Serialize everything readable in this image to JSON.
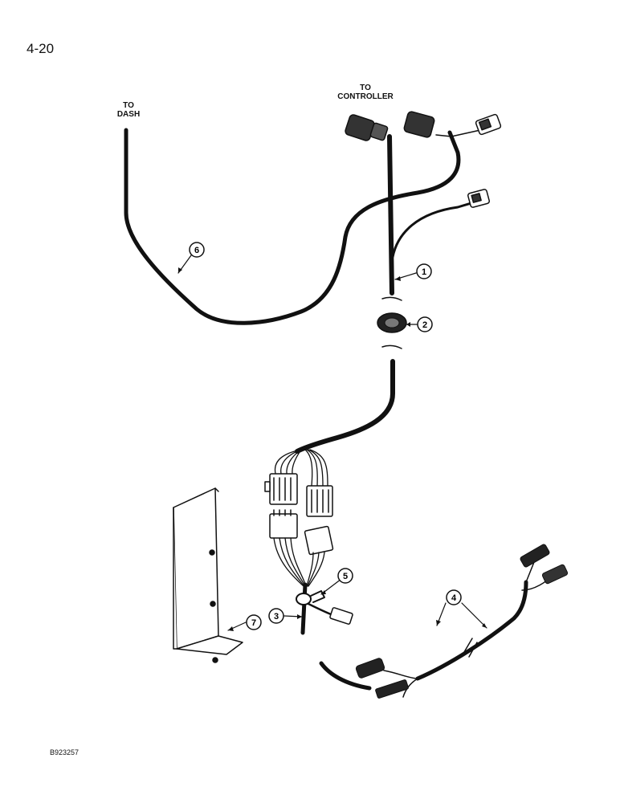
{
  "page_number": "4-20",
  "doc_code": "B923257",
  "labels": {
    "to_dash": [
      "TO",
      "DASH"
    ],
    "to_controller": [
      "TO",
      "CONTROLLER"
    ]
  },
  "callouts": [
    "1",
    "2",
    "3",
    "4",
    "5",
    "6",
    "7"
  ]
}
